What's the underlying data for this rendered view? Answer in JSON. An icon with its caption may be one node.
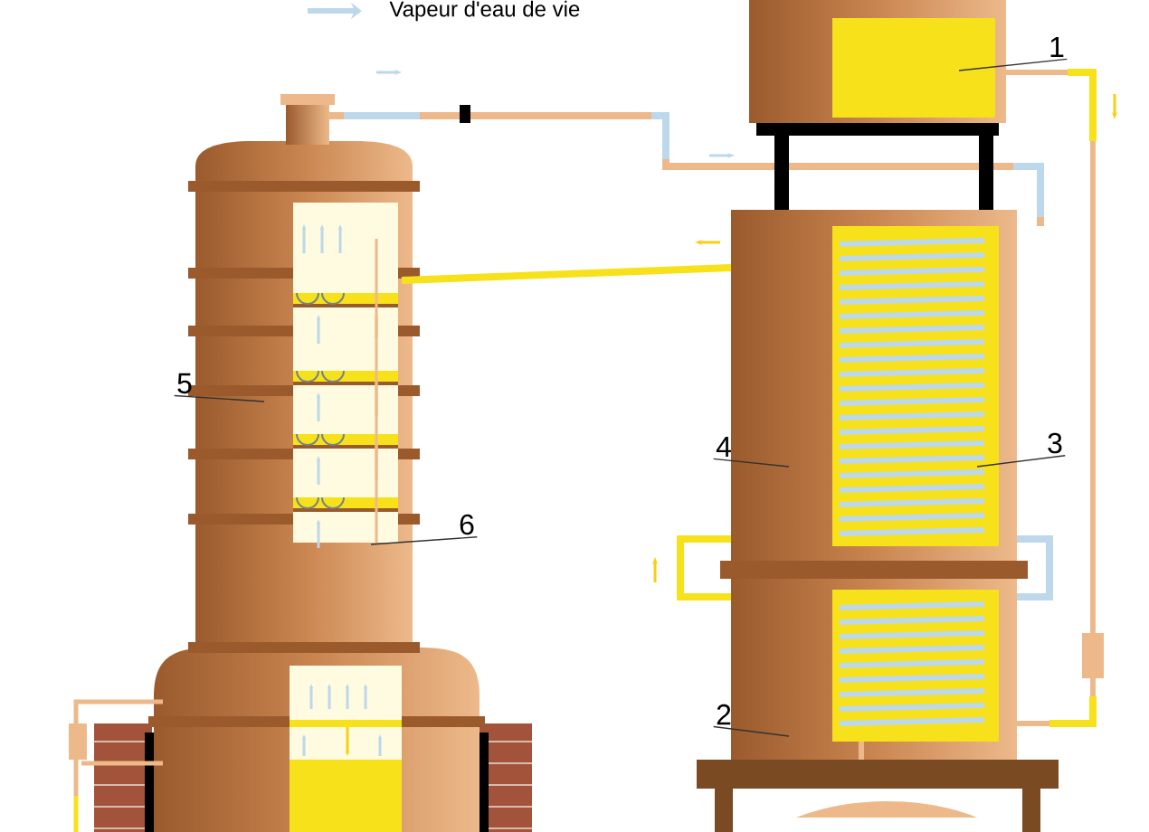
{
  "diagram": {
    "nodes": [
      {
        "text": [
          "1"
        ]
      },
      {
        "text": [
          "5"
        ]
      },
      {
        "text": [
          "4"
        ]
      },
      {
        "text": [
          "3"
        ]
      },
      {
        "text": [
          "6"
        ]
      },
      {
        "text": [
          "2"
        ]
      }
    ],
    "edges": [
      {
        "from": 0,
        "to": null,
        "arrow": "none"
      },
      {
        "from": 1,
        "to": null,
        "arrow": "none"
      },
      {
        "from": 2,
        "to": null,
        "arrow": "none"
      },
      {
        "from": 3,
        "to": null,
        "arrow": "none"
      },
      {
        "from": 4,
        "to": null,
        "arrow": "none"
      },
      {
        "from": 5,
        "to": null,
        "arrow": "none"
      }
    ],
    "legend": [
      {
        "text": "Vapeur d'eau de vie"
      }
    ]
  }
}
